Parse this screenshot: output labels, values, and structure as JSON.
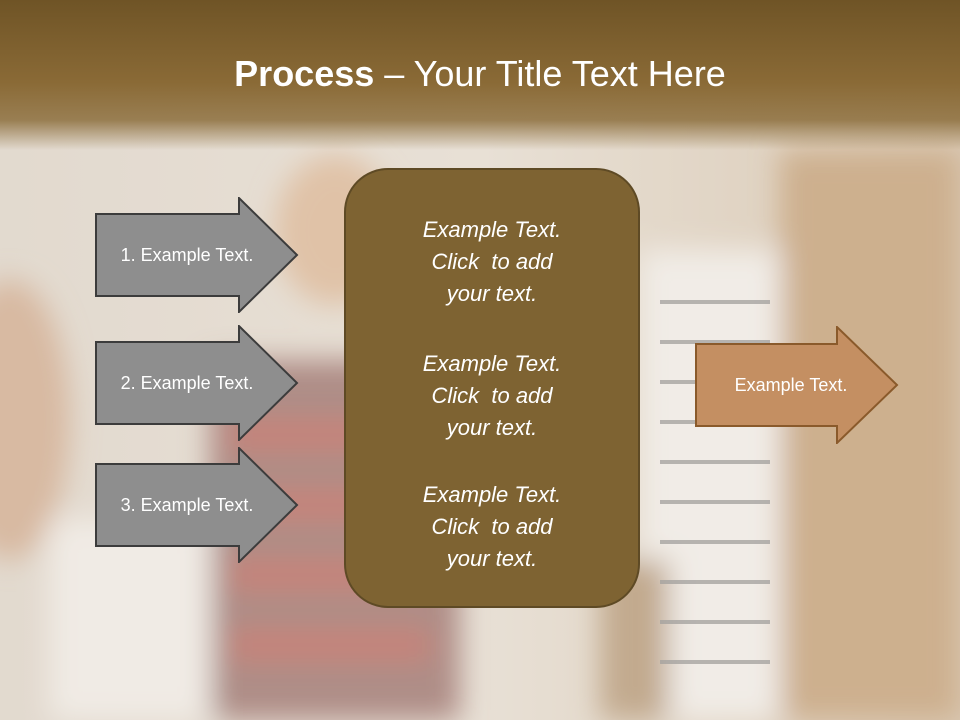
{
  "title": {
    "bold": "Process",
    "rest": " – Your Title Text Here"
  },
  "left_arrows": [
    {
      "label": "1. Example Text."
    },
    {
      "label": "2. Example Text."
    },
    {
      "label": "3. Example Text."
    }
  ],
  "center_blocks": [
    {
      "lines": [
        "Example Text.",
        "Click  to add",
        "your text."
      ]
    },
    {
      "lines": [
        "Example Text.",
        "Click  to add",
        "your text."
      ]
    },
    {
      "lines": [
        "Example Text.",
        "Click  to add",
        "your text."
      ]
    }
  ],
  "right_arrow": {
    "label": "Example Text."
  },
  "colors": {
    "title_bar": "#7a5c2c",
    "left_arrow_fill": "#8e8e8e",
    "left_arrow_stroke": "#3c3c3c",
    "center_fill": "#7e6332",
    "right_arrow_fill": "#c48f62",
    "right_arrow_stroke": "#8a5a2b"
  }
}
